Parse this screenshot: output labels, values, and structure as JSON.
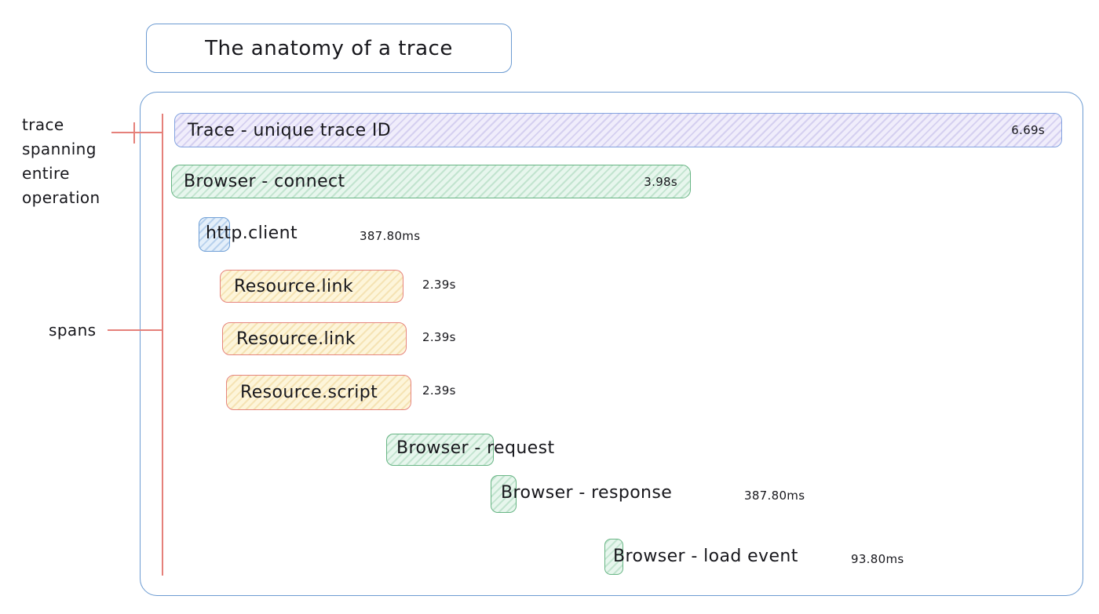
{
  "title": "The anatomy of a trace",
  "annotations": {
    "trace": "trace\nspanning\nentire\noperation",
    "spans": "spans"
  },
  "spans": [
    {
      "label": "Trace - unique trace ID",
      "duration": "6.69s",
      "color": "purple"
    },
    {
      "label": "Browser - connect",
      "duration": "3.98s",
      "color": "green"
    },
    {
      "label": "http.client",
      "duration": "387.80ms",
      "color": "blue"
    },
    {
      "label": "Resource.link",
      "duration": "2.39s",
      "color": "yellow"
    },
    {
      "label": "Resource.link",
      "duration": "2.39s",
      "color": "yellow"
    },
    {
      "label": "Resource.script",
      "duration": "2.39s",
      "color": "yellow"
    },
    {
      "label": "Browser - request",
      "duration": "",
      "color": "green"
    },
    {
      "label": "Browser - response",
      "duration": "387.80ms",
      "color": "green"
    },
    {
      "label": "Browser - load event",
      "duration": "93.80ms",
      "color": "green"
    }
  ],
  "colors": {
    "outline_blue": "#6c9bd2",
    "annotation_red": "#e5807a",
    "trace_fill": "#f0edfb",
    "trace_border": "#83a3e0",
    "green_fill": "#e7f6ed",
    "green_border": "#67b584",
    "blue_fill": "#e4effa",
    "blue_border": "#6f9fd6",
    "yellow_fill": "#fdf5da",
    "yellow_border": "#e6857d",
    "text": "#17171c"
  }
}
